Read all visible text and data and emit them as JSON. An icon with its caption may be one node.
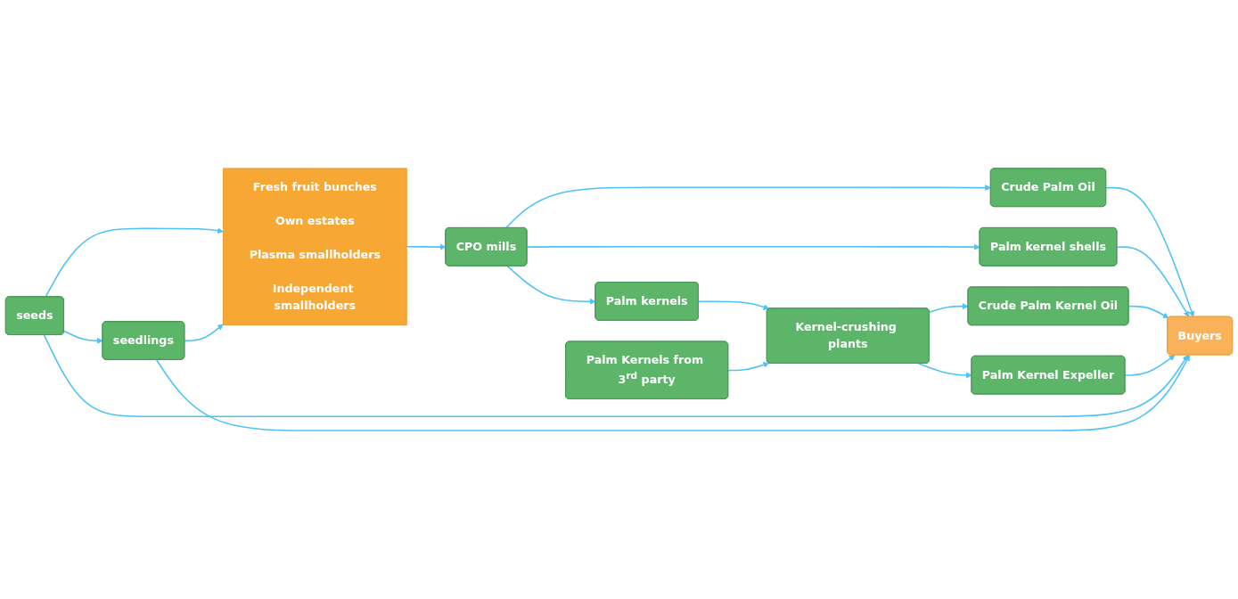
{
  "diagram": {
    "nodes": [
      {
        "text": [
          "seeds"
        ]
      },
      {
        "text": [
          "seedlings"
        ]
      },
      {
        "text": [
          "Fresh fruit bunches",
          "Own estates",
          "Plasma smallholders",
          "Independent smallholders"
        ]
      },
      {
        "text": [
          "CPO mills"
        ]
      },
      {
        "text": [
          "Crude Palm Oil"
        ]
      },
      {
        "text": [
          "Palm kernel shells"
        ]
      },
      {
        "text": [
          "Palm kernels"
        ]
      },
      {
        "text": [
          "Palm Kernels from 3$^{rd}$ party"
        ]
      },
      {
        "text": [
          "Kernel-crushing plants"
        ]
      },
      {
        "text": [
          "Crude Palm Kernel Oil"
        ]
      },
      {
        "text": [
          "Palm Kernel Expeller"
        ]
      },
      {
        "text": [
          "Buyers"
        ]
      }
    ],
    "edges": [
      {
        "from": 0,
        "to": 1,
        "arrow": "to"
      },
      {
        "from": 0,
        "to": 2,
        "arrow": "to"
      },
      {
        "from": 1,
        "to": 2,
        "arrow": "to"
      },
      {
        "from": 2,
        "to": 3,
        "arrow": "to"
      },
      {
        "from": 3,
        "to": 4,
        "arrow": "to"
      },
      {
        "from": 3,
        "to": 5,
        "arrow": "to"
      },
      {
        "from": 3,
        "to": 6,
        "arrow": "to"
      },
      {
        "from": 6,
        "to": 8,
        "arrow": "to"
      },
      {
        "from": 7,
        "to": 8,
        "arrow": "to"
      },
      {
        "from": 8,
        "to": 9,
        "arrow": "to"
      },
      {
        "from": 8,
        "to": 10,
        "arrow": "to"
      },
      {
        "from": 4,
        "to": 11,
        "arrow": "to"
      },
      {
        "from": 5,
        "to": 11,
        "arrow": "to"
      },
      {
        "from": 9,
        "to": 11,
        "arrow": "to"
      },
      {
        "from": 10,
        "to": 11,
        "arrow": "to"
      },
      {
        "from": 0,
        "to": 11,
        "arrow": "to"
      },
      {
        "from": 1,
        "to": 11,
        "arrow": "to"
      }
    ]
  }
}
